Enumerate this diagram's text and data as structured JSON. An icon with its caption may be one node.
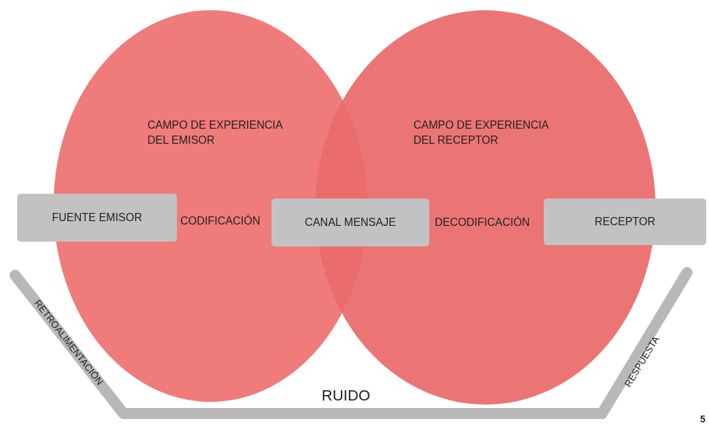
{
  "diagram": {
    "nodes": [
      {
        "text": [
          "CAMPO DE EXPERIENCIA DEL EMISOR"
        ]
      },
      {
        "text": [
          "CAMPO DE EXPERIENCIA DEL RECEPTOR"
        ]
      },
      {
        "text": [
          "FUENTE EMISOR"
        ]
      },
      {
        "text": [
          "CANAL MENSAJE"
        ]
      },
      {
        "text": [
          "RECEPTOR"
        ]
      }
    ],
    "labels": [
      "CODIFICACIÓN",
      "DECODIFICACIÓN",
      "RETROALIMENTACIÓN",
      "RESPUESTA",
      "RUIDO",
      "5"
    ]
  }
}
